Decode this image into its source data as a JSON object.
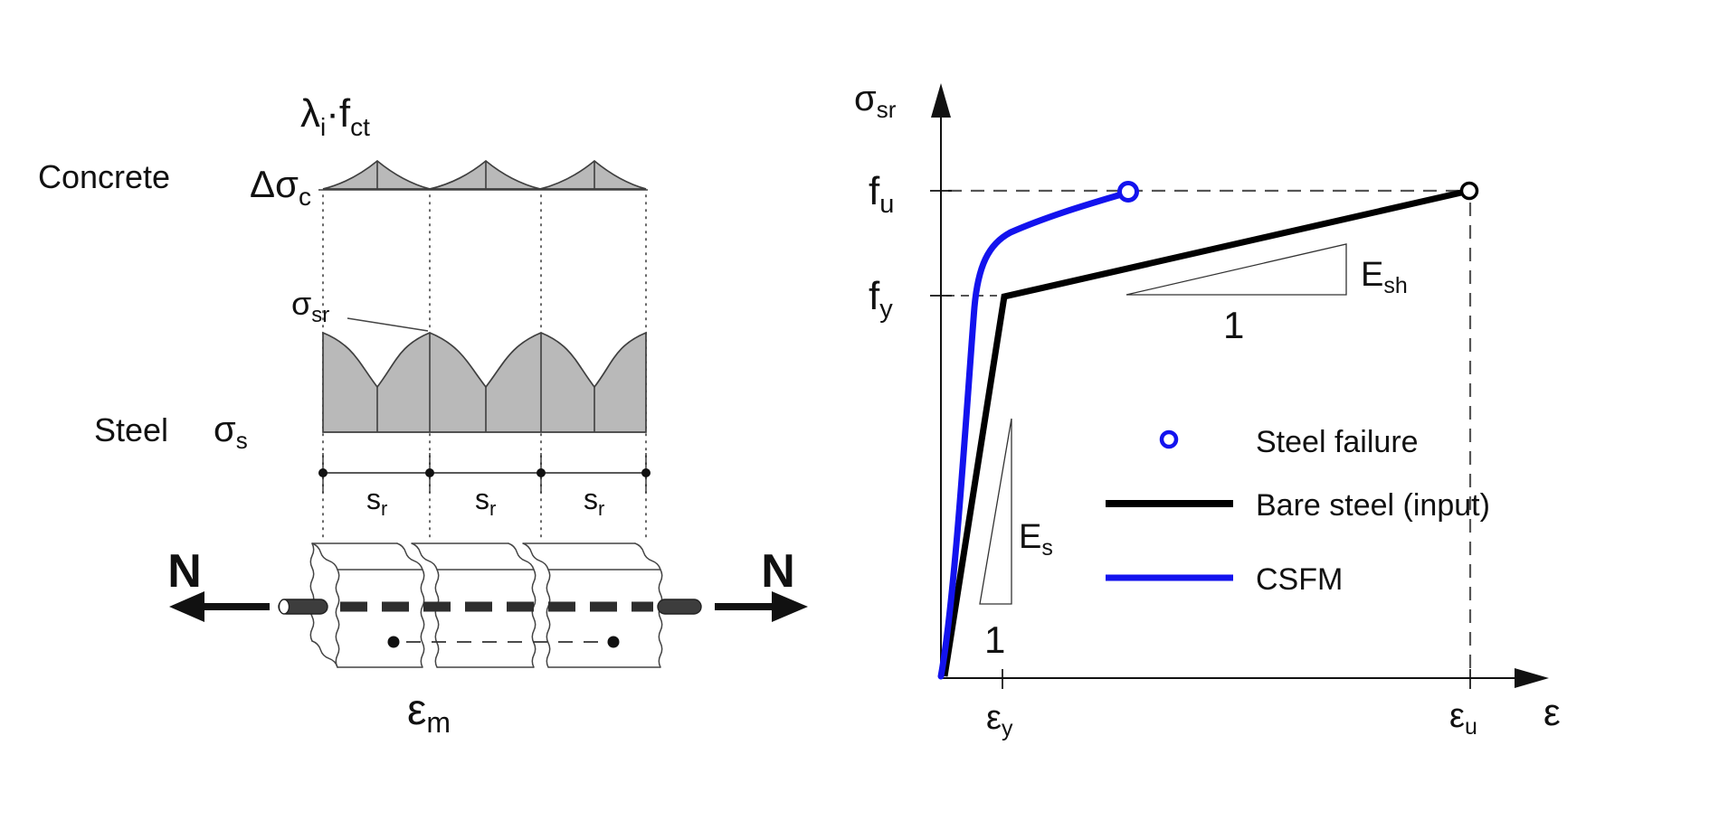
{
  "left_panel": {
    "concrete_row_label": "Concrete",
    "delta_sigma": {
      "main": "Δσ",
      "sub": "c"
    },
    "lambda_fct": {
      "lambda": "λ",
      "lambda_sub": "i",
      "dot": "·",
      "f": "f",
      "f_sub": "ct"
    },
    "sigma_sr": {
      "main": "σ",
      "sub": "sr"
    },
    "steel_row_label": "Steel",
    "sigma_s": {
      "main": "σ",
      "sub": "s"
    },
    "spacing_labels": [
      {
        "main": "s",
        "sub": "r"
      },
      {
        "main": "s",
        "sub": "r"
      },
      {
        "main": "s",
        "sub": "r"
      }
    ],
    "force_left": "N",
    "force_right": "N",
    "epsilon_m": {
      "main": "ε",
      "sub": "m"
    }
  },
  "right_panel": {
    "y_axis_label": {
      "main": "σ",
      "sub": "sr"
    },
    "x_axis_label": "ε",
    "f_u": {
      "main": "f",
      "sub": "u"
    },
    "f_y": {
      "main": "f",
      "sub": "y"
    },
    "eps_y": {
      "main": "ε",
      "sub": "y"
    },
    "eps_u": {
      "main": "ε",
      "sub": "u"
    },
    "E_s": {
      "main": "E",
      "sub": "s"
    },
    "E_sh": {
      "main": "E",
      "sub": "sh"
    },
    "one_es": "1",
    "one_esh": "1",
    "legend": [
      {
        "label": "Steel failure",
        "marker": "open-circle",
        "color": "#1313ee"
      },
      {
        "label": "Bare steel (input)",
        "marker": "line",
        "color": "#000000"
      },
      {
        "label": "CSFM",
        "marker": "line",
        "color": "#1313ee"
      }
    ]
  },
  "chart_data": {
    "type": "line",
    "title": "",
    "xlabel": "ε",
    "ylabel": "σ_sr",
    "x_ticks_symbolic": [
      "ε_y",
      "ε_u"
    ],
    "y_ticks_symbolic": [
      "f_y",
      "f_u"
    ],
    "grid": false,
    "legend_position": "center-right",
    "series": [
      {
        "name": "Bare steel (input)",
        "color": "#000000",
        "style": "thick-solid-bilinear",
        "points": [
          {
            "eps": "0",
            "sigma": "0"
          },
          {
            "eps": "ε_y",
            "sigma": "f_y"
          },
          {
            "eps": "ε_u",
            "sigma": "f_u"
          }
        ],
        "end_marker": "open-circle-black at (ε_u, f_u)"
      },
      {
        "name": "CSFM",
        "color": "#1313ee",
        "style": "thick-solid-curved (stiffer due to tension stiffening)",
        "points": [
          {
            "eps": "0",
            "sigma": "0"
          },
          {
            "eps": "≈0.55·ε_y",
            "sigma": "f_y"
          },
          {
            "eps": "≈0.35·ε_u",
            "sigma": "f_u"
          }
        ],
        "end_marker": "open-circle-blue at (≈0.35·ε_u, f_u)"
      }
    ],
    "slope_annotations": [
      {
        "label": "E_s",
        "base": "1",
        "on": "elastic branch"
      },
      {
        "label": "E_sh",
        "base": "1",
        "on": "hardening branch"
      }
    ],
    "legend": [
      "Steel failure",
      "Bare steel (input)",
      "CSFM"
    ]
  },
  "colors": {
    "accent_blue": "#1313ee",
    "fill_gray": "#b9b9b9",
    "outline_gray": "#3f3f3f",
    "rebar_dark": "#2e2e2e"
  }
}
